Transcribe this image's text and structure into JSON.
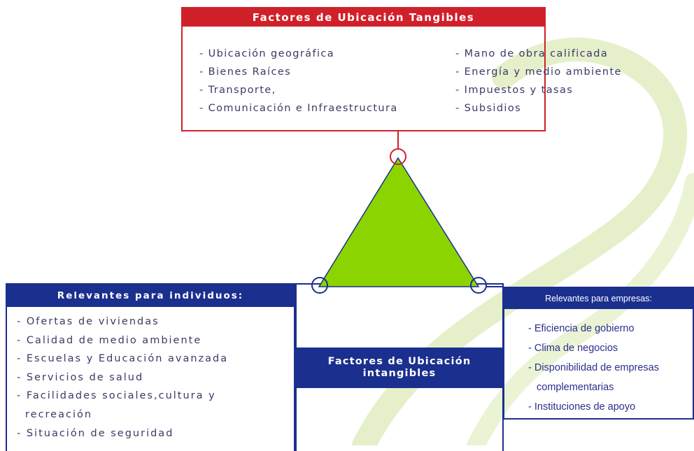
{
  "tangibles": {
    "title": "Factores de Ubicación Tangibles",
    "left_items": [
      "- Ubicación geográfica",
      "- Bienes Raíces",
      "- Transporte,",
      "- Comunicación e Infraestructura"
    ],
    "right_items": [
      "- Mano de obra calificada",
      "- Energía y medio ambiente",
      "- Impuestos y tasas",
      "- Subsidios"
    ]
  },
  "individuos": {
    "title": "Relevantes para individuos:",
    "items": [
      "- Ofertas de viviendas",
      "- Calidad de medio ambiente",
      "- Escuelas y Educación avanzada",
      "- Servicios de salud",
      "- Facilidades sociales,cultura y",
      "recreación",
      "- Situación de seguridad"
    ]
  },
  "intangibles": {
    "title_line1": "Factores de Ubicación",
    "title_line2": "intangibles"
  },
  "empresas": {
    "title": "Relevantes para empresas:",
    "items": [
      "- Eficiencia de gobierno",
      "- Clima de negocios",
      "- Disponibilidad de empresas",
      "complementarias",
      "- Instituciones de apoyo"
    ]
  },
  "colors": {
    "red": "#d0202a",
    "blue": "#1b2f8e",
    "triangle_green": "#8cd400",
    "swoosh_green": "#dcebb8"
  }
}
